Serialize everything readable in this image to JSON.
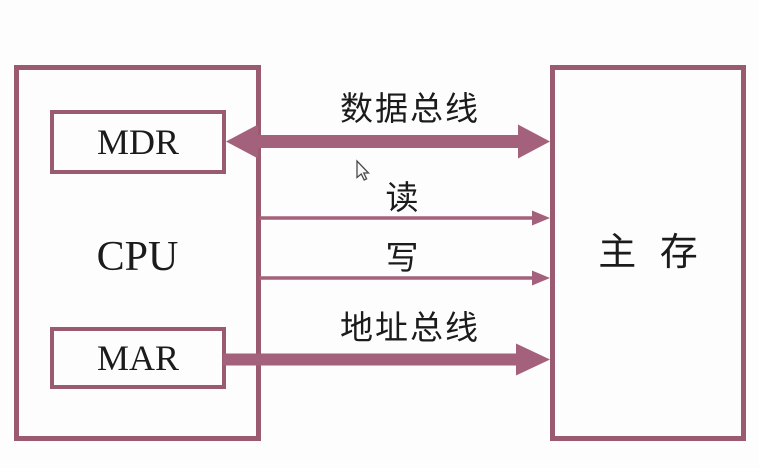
{
  "colors": {
    "background": "#fdfdfd",
    "box_border": "#9a5a70",
    "bus_fill": "#a3617b",
    "text": "#1b1b1b"
  },
  "cpu": {
    "label": "CPU",
    "registers": [
      {
        "label": "MDR"
      },
      {
        "label": "MAR"
      }
    ]
  },
  "memory": {
    "label": "主 存"
  },
  "connections": [
    {
      "label": "数据总线",
      "type": "thick-bus",
      "direction": "bidirectional",
      "from": "MDR",
      "to": "主存"
    },
    {
      "label": "读",
      "type": "thin-signal",
      "direction": "cpu-to-memory",
      "from": "CPU",
      "to": "主存"
    },
    {
      "label": "写",
      "type": "thin-signal",
      "direction": "cpu-to-memory",
      "from": "CPU",
      "to": "主存"
    },
    {
      "label": "地址总线",
      "type": "thick-bus",
      "direction": "cpu-to-memory",
      "from": "MAR",
      "to": "主存"
    }
  ],
  "cursor": {
    "type": "arrow-pointer"
  }
}
